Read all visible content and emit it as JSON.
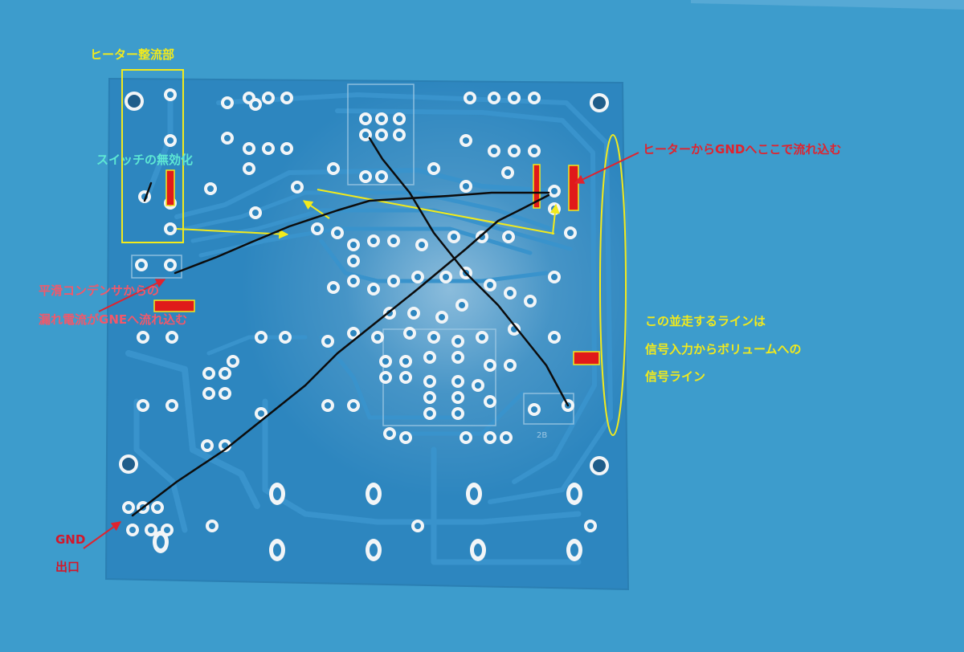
{
  "labels": {
    "heater_rectifier": "ヒーター整流部",
    "switch_disable": "スイッチの無効化",
    "heater_to_gnd": "ヒーターからGNDへここで流れ込む",
    "leak_line1": "平滑コンデンサからの",
    "leak_line2": "漏れ電流がGNEへ流れ込む",
    "parallel_line1": "この並走するラインは",
    "parallel_line2": "信号入力からボリュームへの",
    "parallel_line3": "信号ライン",
    "gnd_line1": "GND",
    "gnd_line2": "出口"
  },
  "board_text": {
    "silk_ref": "2B"
  },
  "colors": {
    "background": "#3d9ccc",
    "board": "#2d86bf",
    "trace": "#3993cc",
    "pad": "#f2f5f7",
    "annotation_yellow": "#f2ea1c",
    "annotation_red": "#e0232e",
    "annotation_cyan": "#5ee8d4",
    "marker_red": "#e01a1a",
    "wire_black": "#0c0c0c"
  }
}
